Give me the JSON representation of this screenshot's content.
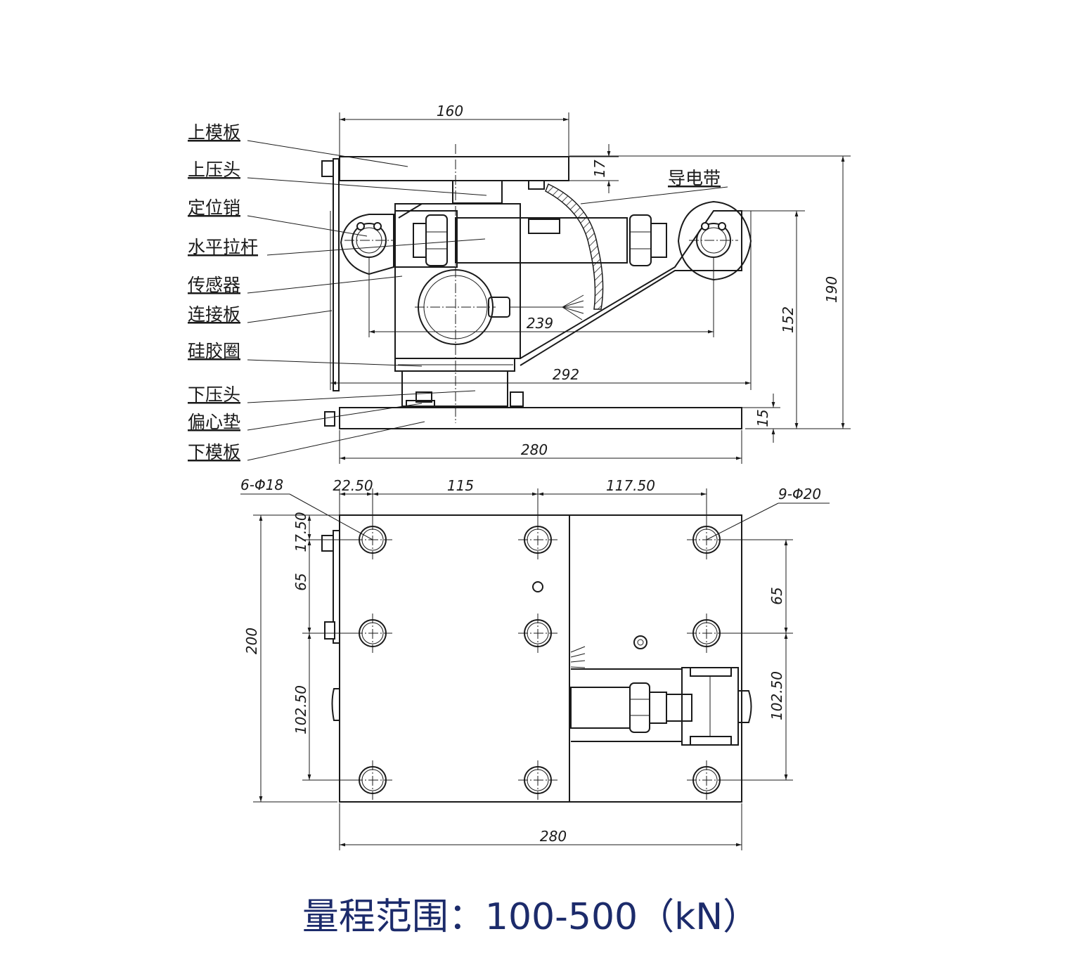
{
  "labels": {
    "upper_plate": "上模板",
    "upper_head": "上压头",
    "locating_pin": "定位销",
    "tie_rod": "水平拉杆",
    "sensor": "传感器",
    "connecting_plate": "连接板",
    "silicone_ring": "硅胶圈",
    "lower_head": "下压头",
    "eccentric_pad": "偏心垫",
    "lower_plate": "下模板",
    "conductive_strap": "导电带"
  },
  "front_view": {
    "dims": {
      "top_width": "160",
      "top_thickness": "17",
      "cable_span": "239",
      "pin_span": "292",
      "pin_height": "152",
      "total_height": "190",
      "base_thickness": "15",
      "base_width": "280"
    }
  },
  "top_view": {
    "dims": {
      "hole_note_left": "6-Φ18",
      "hole_note_right": "9-Φ20",
      "offset_x": "22.50",
      "pitch_x1": "115",
      "pitch_x2": "117.50",
      "offset_y": "17.50",
      "pitch_y_left": "65",
      "pitch_y_left_lower": "102.50",
      "pitch_y_right": "65",
      "pitch_y_right_lower": "102.50",
      "depth": "200",
      "width": "280"
    }
  },
  "range_title": "量程范围：100-500（kN）"
}
